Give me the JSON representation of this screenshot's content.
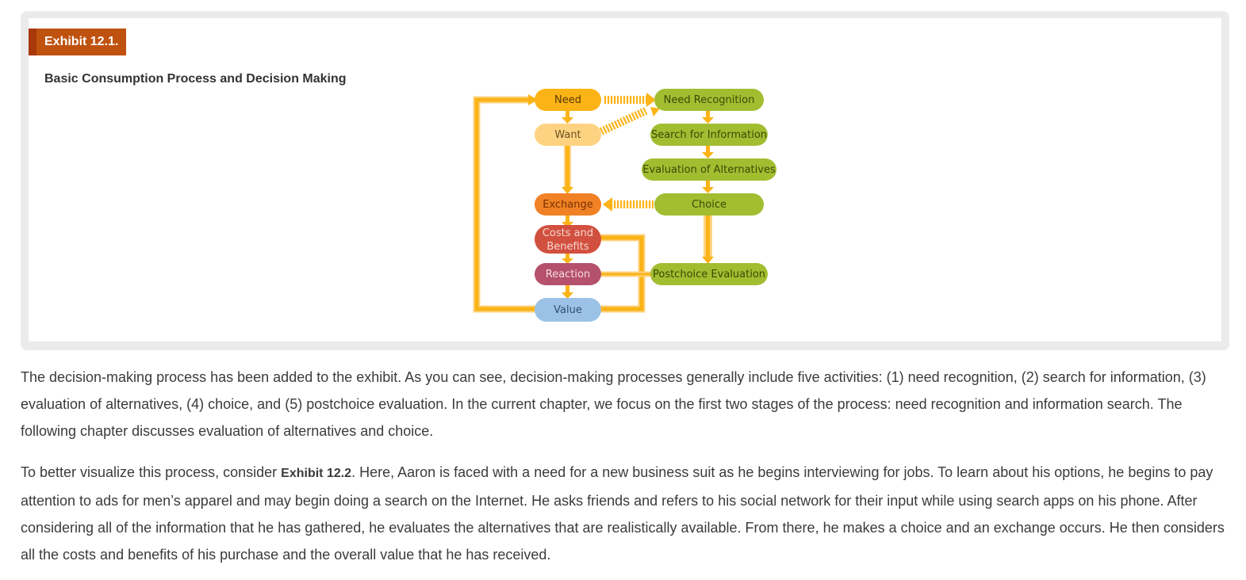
{
  "exhibit": {
    "label": "Exhibit 12.1.",
    "title": "Basic Consumption Process and Decision Making"
  },
  "diagram": {
    "consumption": {
      "need": "Need",
      "want": "Want",
      "exchange": "Exchange",
      "costs_line1": "Costs and",
      "costs_line2": "Benefits",
      "reaction": "Reaction",
      "value": "Value"
    },
    "decision": {
      "need_recognition": "Need Recognition",
      "search": "Search for Information",
      "evaluation": "Evaluation of Alternatives",
      "choice": "Choice",
      "postchoice": "Postchoice Evaluation"
    },
    "colors": {
      "arrow": "#fbb316",
      "arrow_light": "#fdd382",
      "need": "#fbb316",
      "want": "#fdd382",
      "exchange": "#f08125",
      "costs": "#d2503f",
      "reaction": "#b5516c",
      "value": "#9bc2e6",
      "decision": "#a3bd31"
    }
  },
  "body": {
    "paragraph1": "The decision-making process has been added to the exhibit. As you can see, decision-making processes generally include five activities: (1) need recognition, (2) search for information, (3) evaluation of alternatives, (4) choice, and (5) postchoice evaluation. In the current chapter, we focus on the first two stages of the process: need recognition and information search. The following chapter discusses evaluation of alternatives and choice.",
    "paragraph2_before": "To better visualize this process, consider ",
    "paragraph2_ref": "Exhibit 12.2",
    "paragraph2_after": ". Here, Aaron is faced with a need for a new business suit as he begins interviewing for jobs. To learn about his options, he begins to pay attention to ads for men’s apparel and may begin doing a search on the Internet. He asks friends and refers to his social network for their input while using search apps on his phone. After considering all of the information that he has gathered, he evaluates the alternatives that are realistically available. From there, he makes a choice and an exchange occurs. He then considers all the costs and benefits of his purchase and the overall value that he has received."
  }
}
